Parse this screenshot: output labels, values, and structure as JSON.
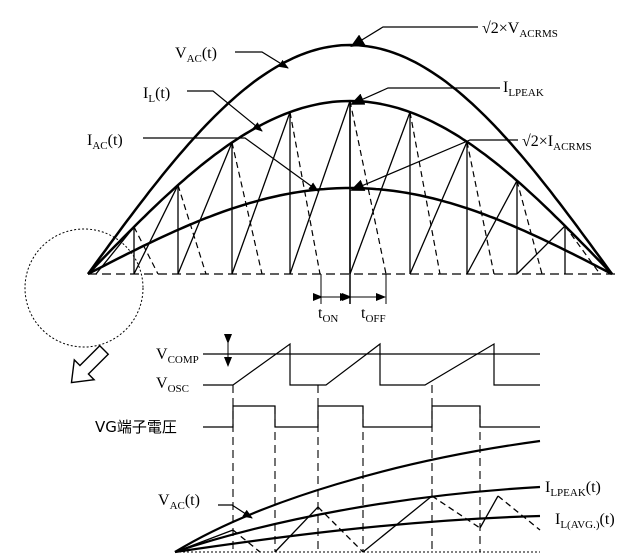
{
  "top": {
    "vac": {
      "main": "V",
      "sub": "AC",
      "tail": "(t)"
    },
    "sqrt2_vac": {
      "pre": "√2×V",
      "sub": "ACRMS"
    },
    "il": {
      "main": "I",
      "sub": "L",
      "tail": "(t)"
    },
    "ilpeak": {
      "main": "I",
      "sub": "LPEAK"
    },
    "iac": {
      "main": "I",
      "sub": "AC",
      "tail": "(t)"
    },
    "sqrt2_iac": {
      "pre": "√2×I",
      "sub": "ACRMS"
    },
    "ton": {
      "main": "t",
      "sub": "ON"
    },
    "toff": {
      "main": "t",
      "sub": "OFF"
    }
  },
  "bottom": {
    "vcomp": {
      "main": "V",
      "sub": "COMP"
    },
    "vosc": {
      "main": "V",
      "sub": "OSC"
    },
    "vg": "VG端子電圧",
    "vac": {
      "main": "V",
      "sub": "AC",
      "tail": "(t)"
    },
    "ilpeak": {
      "main": "I",
      "sub": "LPEAK",
      "tail": "(t)"
    },
    "ilavg": {
      "main": "I",
      "sub": "L(AVG.)",
      "tail": "(t)"
    }
  }
}
